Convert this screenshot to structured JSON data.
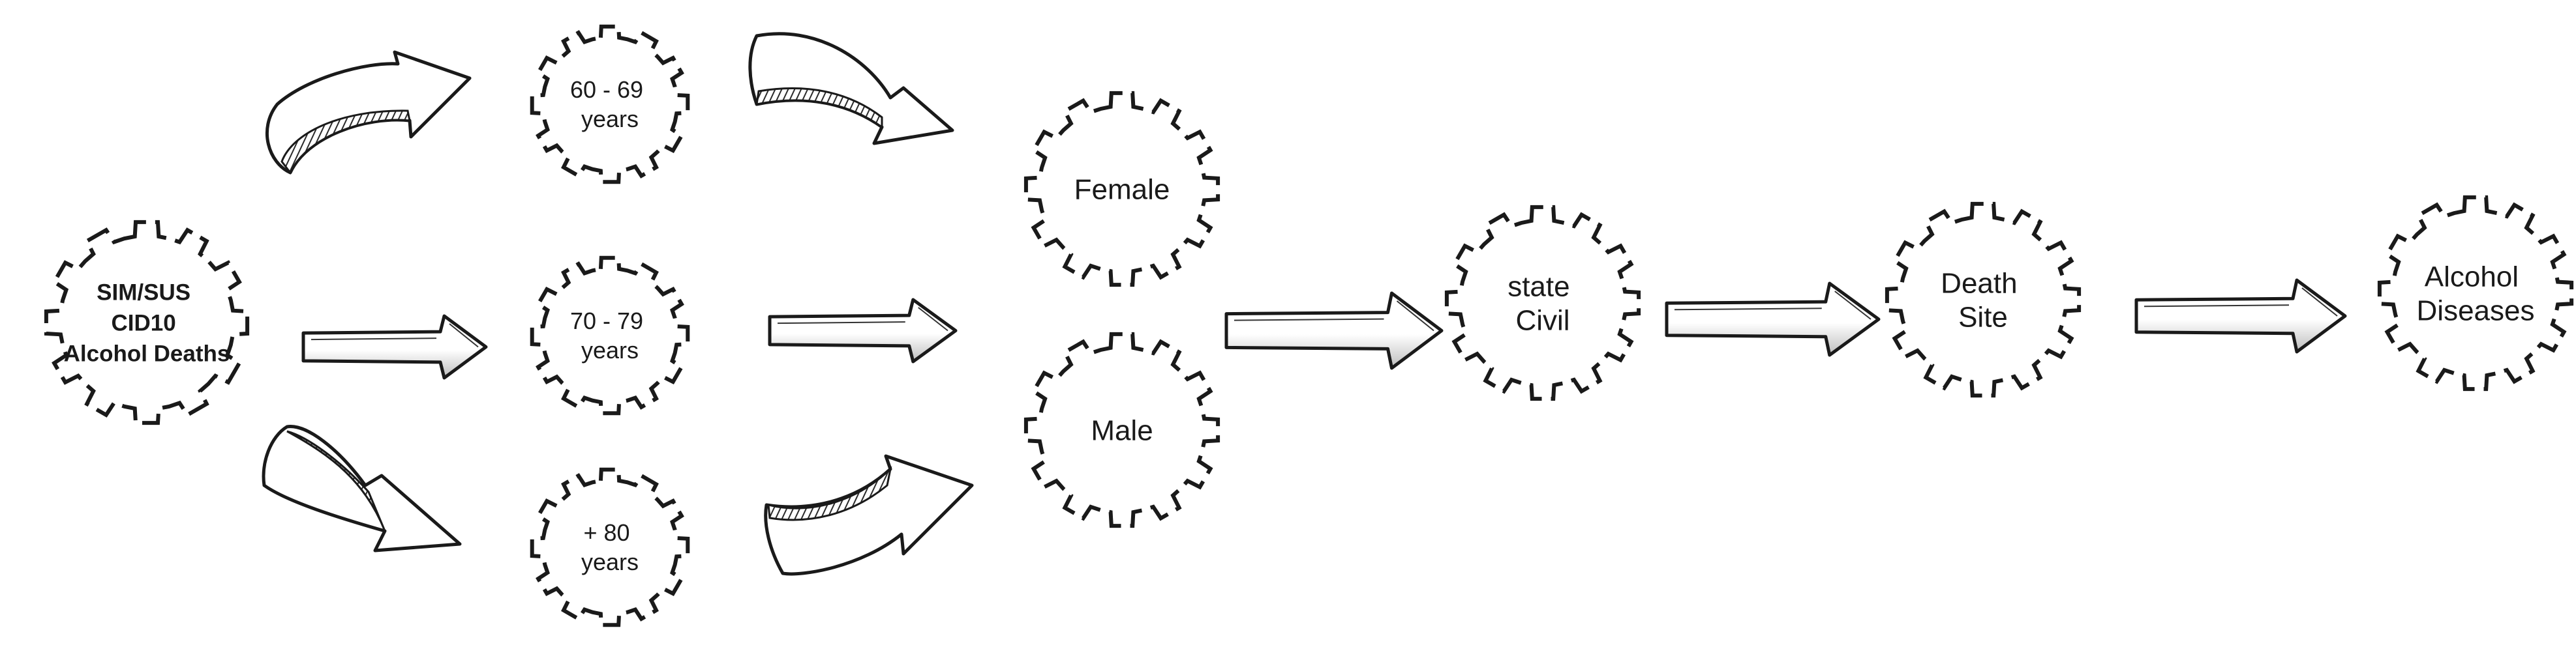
{
  "nodes": {
    "source": {
      "lines": [
        "SIM/SUS",
        "CID10",
        "Alcohol Deaths"
      ]
    },
    "age_60_69": {
      "lines": [
        "60 - 69",
        "years"
      ]
    },
    "age_70_79": {
      "lines": [
        "70 - 79",
        "years"
      ]
    },
    "age_80_plus": {
      "lines": [
        "+ 80",
        "years"
      ]
    },
    "female": {
      "lines": [
        "Female"
      ]
    },
    "male": {
      "lines": [
        "Male"
      ]
    },
    "state_civil": {
      "lines": [
        "state",
        "Civil"
      ]
    },
    "death_site": {
      "lines": [
        "Death",
        "Site"
      ]
    },
    "alcohol_diseases": {
      "lines": [
        "Alcohol",
        "Diseases"
      ]
    }
  },
  "colors": {
    "ink": "#1a1a1a",
    "fill": "#ffffff",
    "hatch": "#333333"
  }
}
